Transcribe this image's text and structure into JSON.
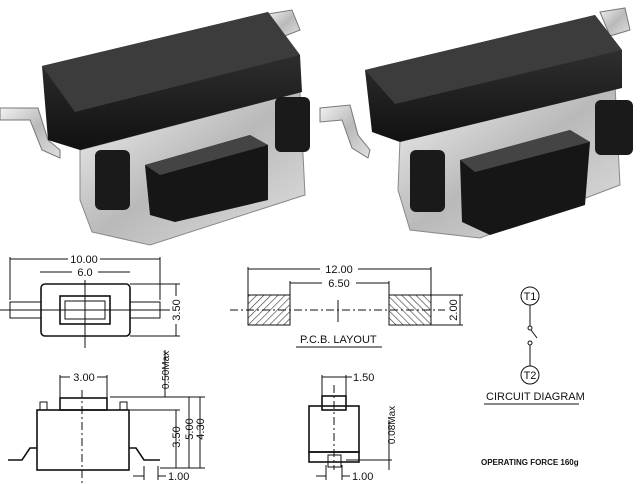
{
  "top_view": {
    "overall_width": "10.00",
    "body_width": "6.0",
    "body_depth": "3.50"
  },
  "side_view": {
    "actuator_width": "3.00",
    "actuator_travel": "0.50Max",
    "body_height": "3.50",
    "total_height_a": "5.00",
    "total_height_b": "4.30",
    "lead_width": "1.00"
  },
  "pcb_layout": {
    "title": "P.C.B. LAYOUT",
    "pad_span": "12.00",
    "pad_gap": "6.50",
    "pad_height": "2.00"
  },
  "end_view": {
    "actuator_width": "1.50",
    "clearance": "0.08Max",
    "lead_width": "1.00"
  },
  "circuit": {
    "title": "CIRCUIT DIAGRAM",
    "terminal_1": "T1",
    "terminal_2": "T2"
  },
  "spec": {
    "operating_force": "OPERATING FORCE 160g"
  }
}
